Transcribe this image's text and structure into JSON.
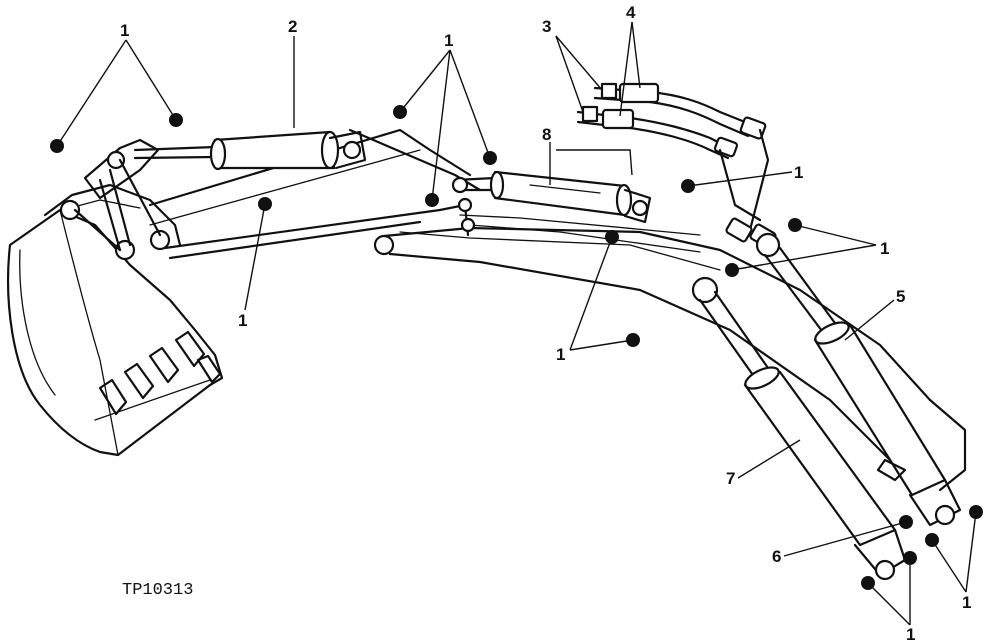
{
  "figure": {
    "id": "TP10313"
  },
  "callouts": {
    "c1_top_left": "1",
    "c2": "2",
    "c1_top_mid": "1",
    "c3": "3",
    "c4": "4",
    "c8": "8",
    "c1_right_upper": "1",
    "c1_right_mid": "1",
    "c5": "5",
    "c1_left_lower": "1",
    "c1_center_lower": "1",
    "c7": "7",
    "c6": "6",
    "c1_bottom_right": "1",
    "c1_bottom": "1"
  }
}
